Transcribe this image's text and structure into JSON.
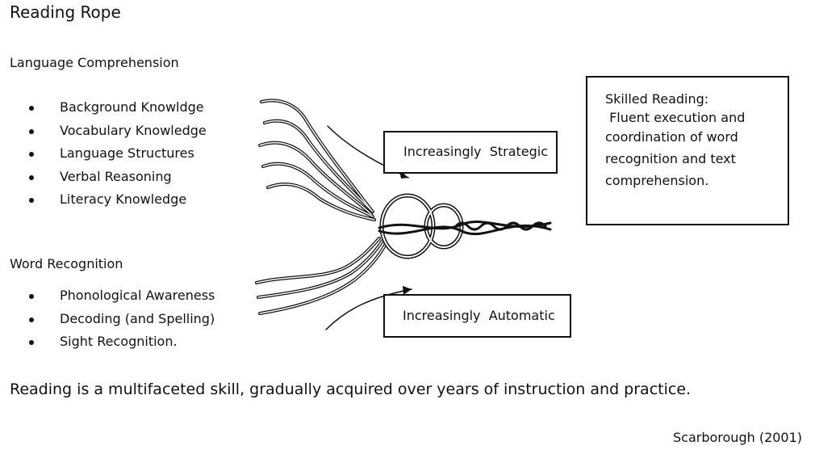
{
  "title": "Reading Rope",
  "language_comprehension": {
    "heading": "Language Comprehension",
    "items": [
      "Background Knowldge",
      "Vocabulary Knowledge",
      "Language Structures",
      "Verbal Reasoning",
      "Literacy Knowledge"
    ]
  },
  "word_recognition": {
    "heading": "Word Recognition",
    "items": [
      "Phonological Awareness",
      "Decoding (and Spelling)",
      "Sight Recognition."
    ]
  },
  "labels": {
    "strategic": "Increasingly  Strategic",
    "automatic": "Increasingly  Automatic"
  },
  "skilled_reading": {
    "lines": [
      "Skilled Reading:",
      " Fluent execution and",
      "coordination of word",
      "recognition and text",
      "comprehension."
    ]
  },
  "summary": "Reading is a multifaceted skill, gradually acquired over years of instruction and practice.",
  "citation": "Scarborough (2001)",
  "colors": {
    "ink": "#111111",
    "background": "#ffffff"
  },
  "icons": {
    "rope": "braided-rope-illustration",
    "arrows": "curved-arrow-icon"
  }
}
